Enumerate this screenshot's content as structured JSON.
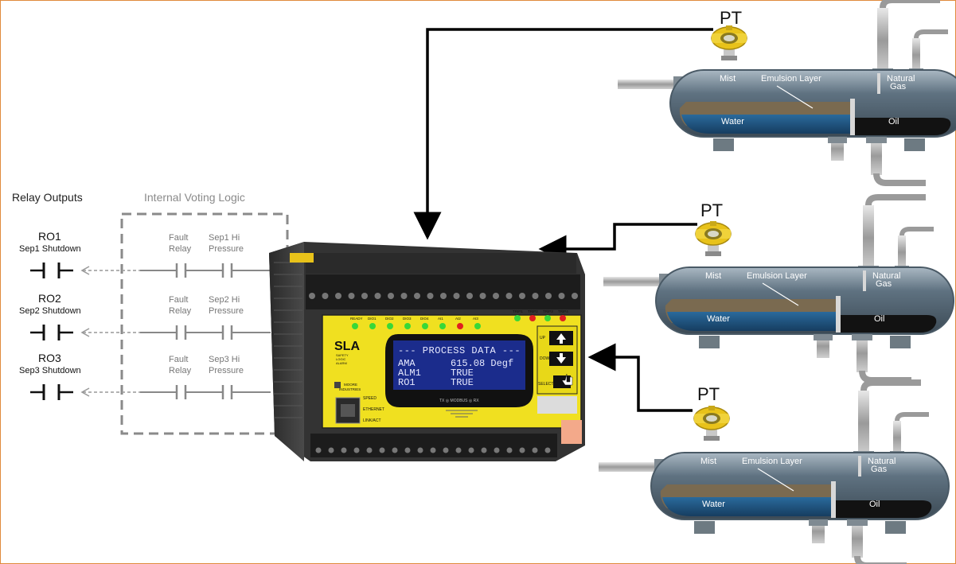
{
  "relay_section": {
    "title": "Relay Outputs",
    "voting_title": "Internal Voting Logic",
    "rows": [
      {
        "ro": "RO1",
        "desc": "Sep1 Shutdown",
        "contact1": [
          "Fault",
          "Relay"
        ],
        "contact2": [
          "Sep1 Hi",
          "Pressure"
        ]
      },
      {
        "ro": "RO2",
        "desc": "Sep2 Shutdown",
        "contact1": [
          "Fault",
          "Relay"
        ],
        "contact2": [
          "Sep2 Hi",
          "Pressure"
        ]
      },
      {
        "ro": "RO3",
        "desc": "Sep3 Shutdown",
        "contact1": [
          "Fault",
          "Relay"
        ],
        "contact2": [
          "Sep3 Hi",
          "Pressure"
        ]
      }
    ]
  },
  "device": {
    "brand": "SLA",
    "brand_sub": [
      "SAFETY",
      "LOGIC",
      "ALARM"
    ],
    "maker": [
      "MOORE",
      "INDUSTRIES"
    ],
    "leds": [
      "READY",
      "DIO1",
      "DIO2",
      "DIO3",
      "DIO4",
      "AI1",
      "AI2",
      "AI3"
    ],
    "trips": [
      "TRIP1",
      "TRIP2",
      "TRIP3",
      "TRIP4"
    ],
    "display_header": "--- PROCESS DATA ---",
    "display_rows": [
      {
        "tag": "AMA",
        "value": "615.08 Degf"
      },
      {
        "tag": "ALM1",
        "value": "TRUE"
      },
      {
        "tag": "RO1",
        "value": "TRUE"
      }
    ],
    "display_footer": "TX ◎ MODBUS ◎ RX",
    "buttons": [
      "UP",
      "DOWN",
      "SELECT"
    ],
    "port_labels": [
      "SPEED",
      "ETHERNET",
      "LINK/ACT"
    ]
  },
  "transmitter_label": "PT",
  "separator": {
    "labels": {
      "mist": "Mist",
      "emulsion": "Emulsion Layer",
      "gas": [
        "Natural",
        "Gas"
      ],
      "water": "Water",
      "oil": "Oil"
    }
  },
  "colors": {
    "frame": "#e08a3c",
    "device_face": "#f0e020",
    "pt_yellow": "#e8c21a",
    "vessel": "#6c7f8e",
    "water": "#1f4f7a",
    "oil": "#121212",
    "led_green": "#38d838",
    "led_red": "#e02020"
  }
}
